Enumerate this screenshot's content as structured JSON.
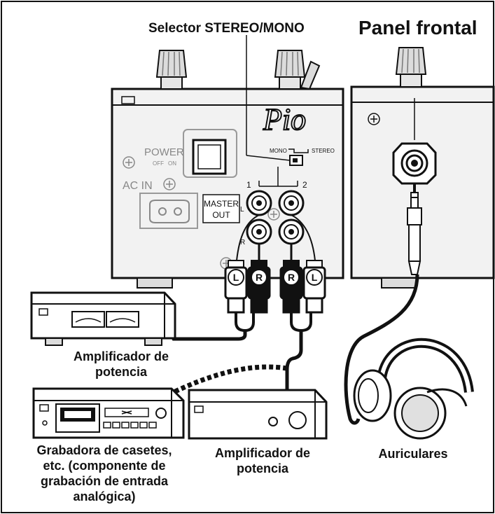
{
  "labels": {
    "selector_title": "Selector STEREO/MONO",
    "front_panel_title": "Panel frontal",
    "amp_top_line1": "Amplificador de",
    "amp_top_line2": "potencia",
    "amp_bottom_line1": "Amplificador de",
    "amp_bottom_line2": "potencia",
    "recorder_line1": "Grabadora de casetes,",
    "recorder_line2": "etc. (componente de",
    "recorder_line3": "grabación de entrada",
    "recorder_line4": "analógica)",
    "headphones": "Auriculares"
  },
  "panel": {
    "power": "POWER",
    "power_off": "OFF",
    "power_on": "ON",
    "ac_in": "AC IN",
    "master_out_line1": "MASTER",
    "master_out_line2": "OUT",
    "jack_1": "1",
    "jack_2": "2",
    "ch_l": "L",
    "ch_r": "R",
    "mono": "MONO",
    "stereo": "STEREO",
    "brand": "Pio"
  },
  "plugs": {
    "l": "L",
    "r": "R"
  },
  "colors": {
    "ink": "#111111",
    "panel_fill": "#f2f2f2",
    "knob_fill": "#dcdcdc"
  }
}
